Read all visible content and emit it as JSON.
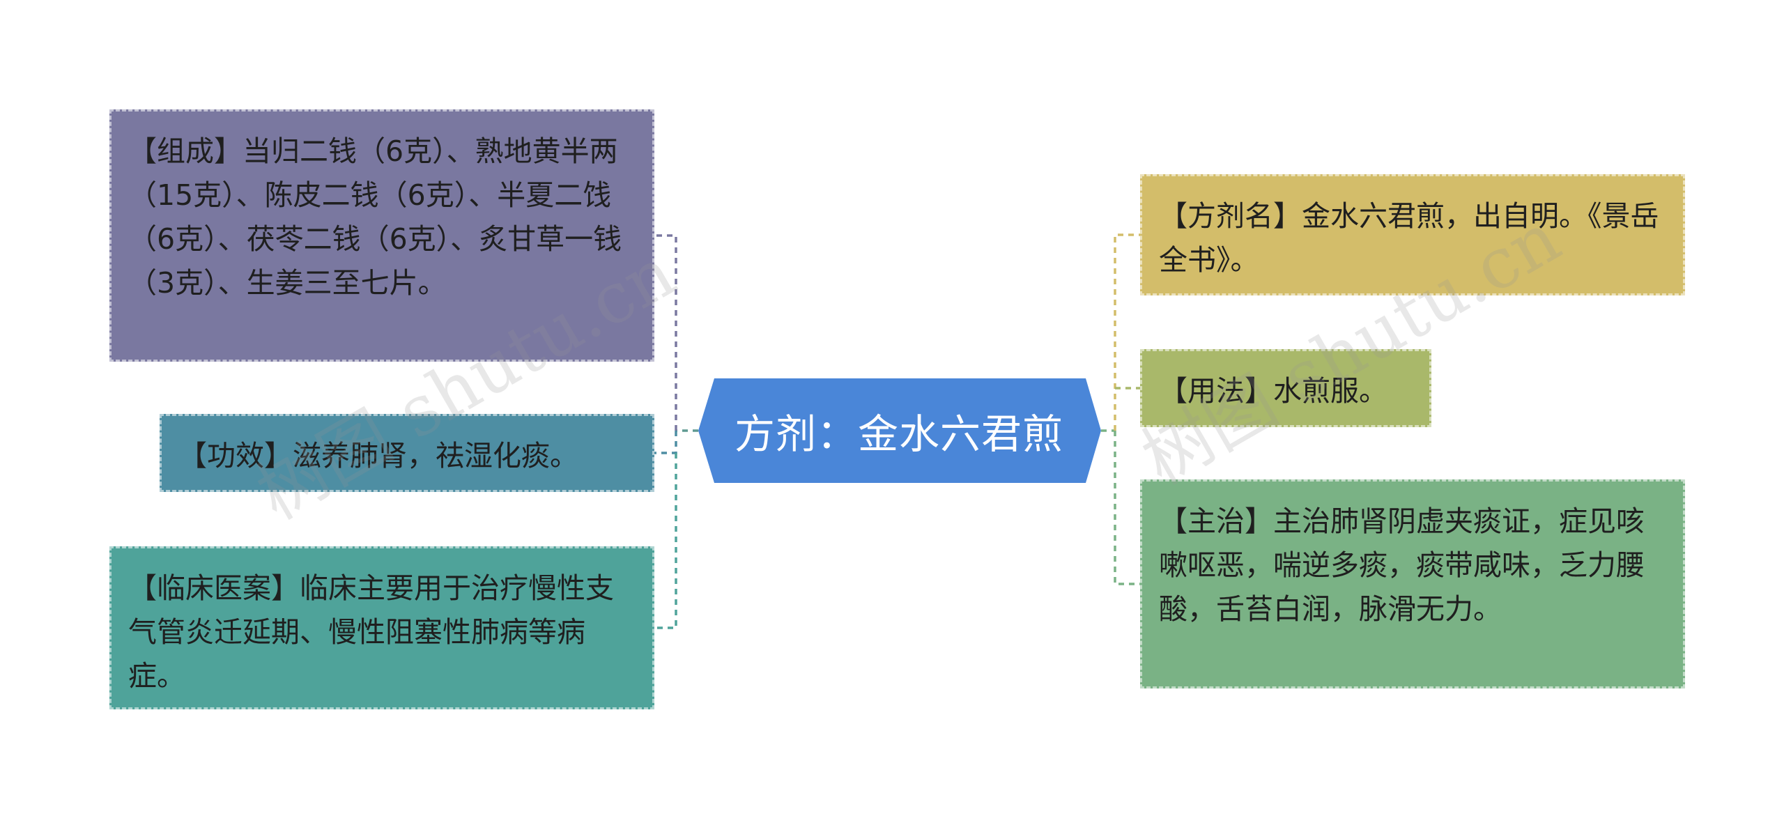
{
  "center": {
    "label": "方剂：金水六君煎"
  },
  "left_nodes": [
    {
      "id": "compose",
      "text": "【组成】当归二钱（6克）、熟地黄半两（15克）、陈皮二钱（6克）、半夏二饯（6克）、茯苓二钱（6克）、炙甘草一钱（3克）、生姜三至七片。",
      "color": "#7a78a0"
    },
    {
      "id": "effect",
      "text": "【功效】滋养肺肾，祛湿化痰。",
      "color": "#4e8ea3"
    },
    {
      "id": "clinic",
      "text": "【临床医案】临床主要用于治疗慢性支气管炎迁延期、慢性阻塞性肺病等病症。",
      "color": "#4fa39a"
    }
  ],
  "right_nodes": [
    {
      "id": "name",
      "text": "【方剂名】金水六君煎，出自明。《景岳全书》。",
      "color": "#d3bd6a"
    },
    {
      "id": "usage",
      "text": "【用法】水煎服。",
      "color": "#a9b86a"
    },
    {
      "id": "indic",
      "text": "【主治】主治肺肾阴虚夹痰证，症见咳嗽呕恶，喘逆多痰，痰带咸味，乏力腰酸，舌苔白润，脉滑无力。",
      "color": "#7ab285"
    }
  ],
  "colors": {
    "center": "#4a86d8"
  },
  "watermark": [
    "树图 shutu.cn",
    "树图 shutu.cn"
  ]
}
